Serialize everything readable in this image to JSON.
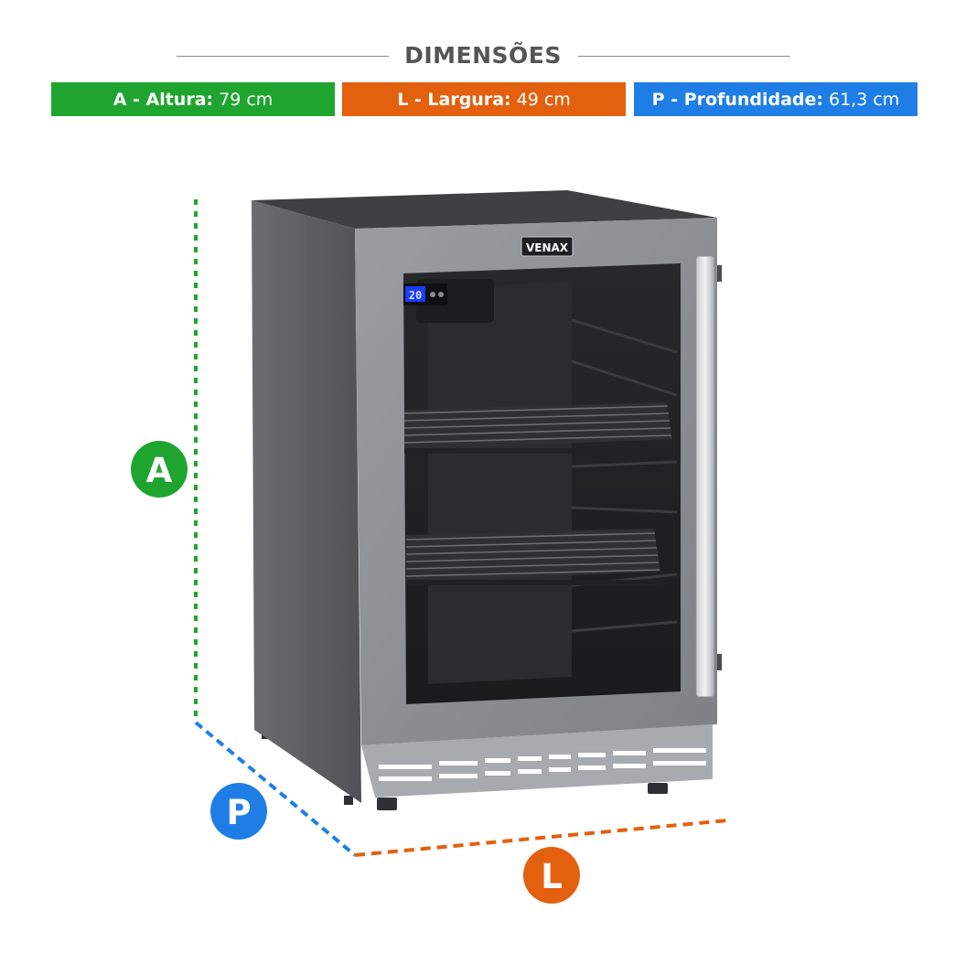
{
  "header": {
    "title": "DIMENSÕES"
  },
  "dimensions": [
    {
      "key": "altura",
      "label": "A - Altura:",
      "value": "79 cm",
      "color": "#1fa52f"
    },
    {
      "key": "largura",
      "label": "L - Largura:",
      "value": "49 cm",
      "color": "#e3600f"
    },
    {
      "key": "profundidade",
      "label": "P - Profundidade:",
      "value": "61,3 cm",
      "color": "#1f7ee6"
    }
  ],
  "markers": {
    "height": "A",
    "depth": "P",
    "width": "L"
  },
  "product": {
    "brand": "VENAX",
    "display_temp": "20",
    "body_color": "#595b5e",
    "door_color": "#8d9094"
  }
}
